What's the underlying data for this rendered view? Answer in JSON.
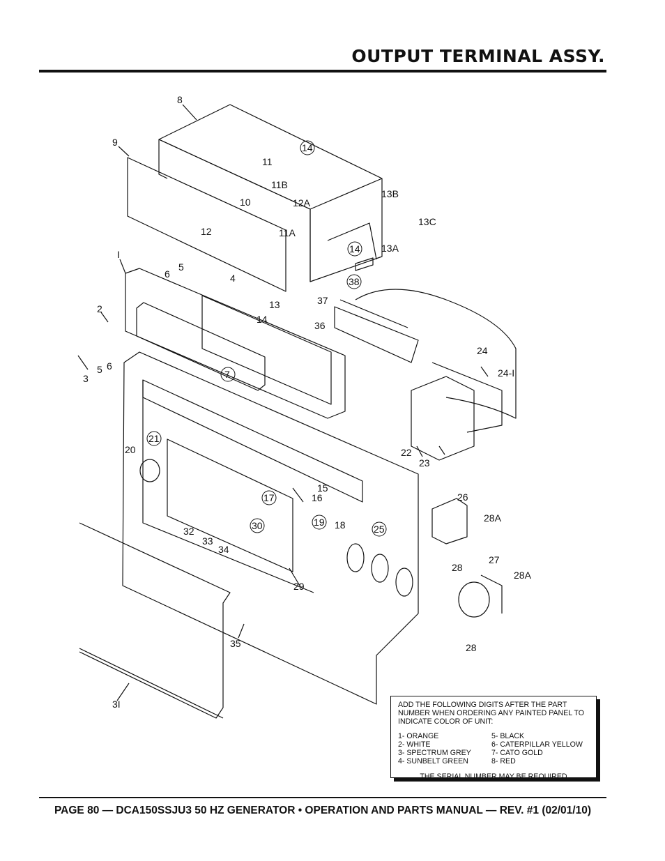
{
  "header": {
    "title": "OUTPUT TERMINAL ASSY."
  },
  "callouts": [
    {
      "id": "c8",
      "text": "8"
    },
    {
      "id": "c9",
      "text": "9"
    },
    {
      "id": "c14a",
      "text": "14"
    },
    {
      "id": "c11",
      "text": "11"
    },
    {
      "id": "c11b",
      "text": "11B"
    },
    {
      "id": "c10",
      "text": "10"
    },
    {
      "id": "c12a",
      "text": "12A"
    },
    {
      "id": "c11a",
      "text": "11A"
    },
    {
      "id": "c12",
      "text": "12"
    },
    {
      "id": "c13b",
      "text": "13B"
    },
    {
      "id": "c13c",
      "text": "13C"
    },
    {
      "id": "c13a",
      "text": "13A"
    },
    {
      "id": "c14b",
      "text": "14"
    },
    {
      "id": "c1",
      "text": "I"
    },
    {
      "id": "c6a",
      "text": "6"
    },
    {
      "id": "c5a",
      "text": "5"
    },
    {
      "id": "c4",
      "text": "4"
    },
    {
      "id": "c13",
      "text": "13"
    },
    {
      "id": "c14c",
      "text": "14"
    },
    {
      "id": "c38",
      "text": "38"
    },
    {
      "id": "c37",
      "text": "37"
    },
    {
      "id": "c36",
      "text": "36"
    },
    {
      "id": "c2",
      "text": "2"
    },
    {
      "id": "c3",
      "text": "3"
    },
    {
      "id": "c5b",
      "text": "5"
    },
    {
      "id": "c6b",
      "text": "6"
    },
    {
      "id": "c7",
      "text": "7"
    },
    {
      "id": "c24",
      "text": "24"
    },
    {
      "id": "c241",
      "text": "24-I"
    },
    {
      "id": "c21",
      "text": "21"
    },
    {
      "id": "c20",
      "text": "20"
    },
    {
      "id": "c22",
      "text": "22"
    },
    {
      "id": "c23",
      "text": "23"
    },
    {
      "id": "c15",
      "text": "15"
    },
    {
      "id": "c16",
      "text": "16"
    },
    {
      "id": "c17",
      "text": "17"
    },
    {
      "id": "c19",
      "text": "19"
    },
    {
      "id": "c18",
      "text": "18"
    },
    {
      "id": "c25",
      "text": "25"
    },
    {
      "id": "c30",
      "text": "30"
    },
    {
      "id": "c26",
      "text": "26"
    },
    {
      "id": "c28a1",
      "text": "28A"
    },
    {
      "id": "c32",
      "text": "32"
    },
    {
      "id": "c33",
      "text": "33"
    },
    {
      "id": "c34",
      "text": "34"
    },
    {
      "id": "c28a",
      "text": "28"
    },
    {
      "id": "c27",
      "text": "27"
    },
    {
      "id": "c28a2",
      "text": "28A"
    },
    {
      "id": "c29",
      "text": "29"
    },
    {
      "id": "c35",
      "text": "35"
    },
    {
      "id": "c28b",
      "text": "28"
    },
    {
      "id": "c31",
      "text": "3I"
    }
  ],
  "note": {
    "intro": "ADD THE FOLLOWING DIGITS AFTER THE PART NUMBER WHEN ORDERING ANY PAINTED PANEL TO INDICATE COLOR OF UNIT:",
    "colors": [
      "1- ORANGE",
      "5- BLACK",
      "2- WHITE",
      "6- CATERPILLAR YELLOW",
      "3- SPECTRUM GREY",
      "7- CATO GOLD",
      "4- SUNBELT GREEN",
      "8- RED"
    ],
    "serial": "THE SERIAL NUMBER MAY BE REQUIRED"
  },
  "footer": {
    "text": "PAGE 80 — DCA150SSJU3 50 HZ GENERATOR • OPERATION AND PARTS MANUAL — REV. #1 (02/01/10)"
  }
}
